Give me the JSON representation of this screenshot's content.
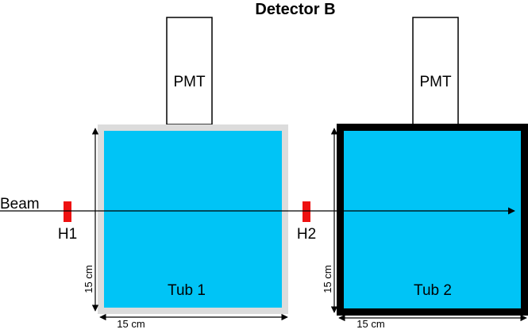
{
  "title": "Detector B",
  "beam_label": "Beam",
  "colors": {
    "water": "#00c4f6",
    "tub1_wall": "#dcdcdc",
    "tub2_wall": "#000000",
    "hodoscope": "#ee1111",
    "line": "#000000"
  },
  "pmts": [
    {
      "label": "PMT"
    },
    {
      "label": "PMT"
    }
  ],
  "tubs": [
    {
      "label": "Tub 1",
      "width_label": "15 cm",
      "height_label": "15 cm"
    },
    {
      "label": "Tub 2",
      "width_label": "15 cm",
      "height_label": "15 cm"
    }
  ],
  "hodoscopes": [
    {
      "label": "H1"
    },
    {
      "label": "H2"
    }
  ]
}
